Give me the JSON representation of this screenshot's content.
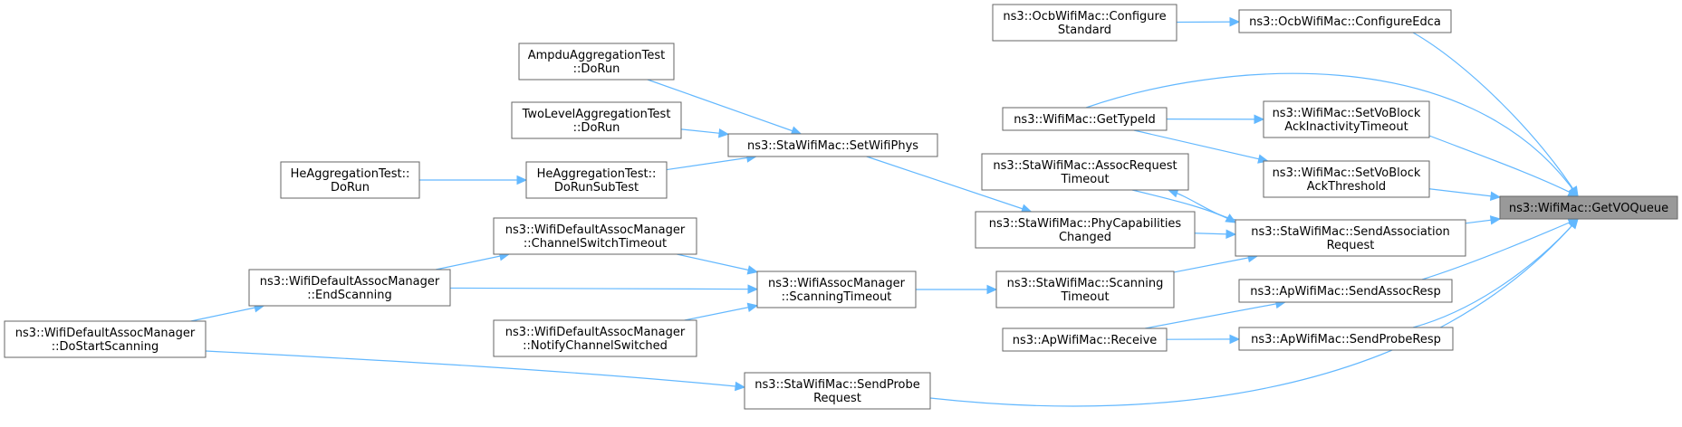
{
  "graph": {
    "root": "get_vo_queue",
    "nodes": [
      {
        "id": "get_vo_queue",
        "lines": [
          "ns3::WifiMac::GetVOQueue"
        ]
      },
      {
        "id": "ocb_configure_edca",
        "lines": [
          "ns3::OcbWifiMac::ConfigureEdca"
        ]
      },
      {
        "id": "ocb_configure_standard",
        "lines": [
          "ns3::OcbWifiMac::Configure",
          "Standard"
        ]
      },
      {
        "id": "wifimac_get_type_id",
        "lines": [
          "ns3::WifiMac::GetTypeId"
        ]
      },
      {
        "id": "set_vo_block_ack_inactivity",
        "lines": [
          "ns3::WifiMac::SetVoBlock",
          "AckInactivityTimeout"
        ]
      },
      {
        "id": "set_vo_block_ack_threshold",
        "lines": [
          "ns3::WifiMac::SetVoBlock",
          "AckThreshold"
        ]
      },
      {
        "id": "sta_send_association_request",
        "lines": [
          "ns3::StaWifiMac::SendAssociation",
          "Request"
        ]
      },
      {
        "id": "ap_send_assoc_resp",
        "lines": [
          "ns3::ApWifiMac::SendAssocResp"
        ]
      },
      {
        "id": "ap_send_probe_resp",
        "lines": [
          "ns3::ApWifiMac::SendProbeResp"
        ]
      },
      {
        "id": "sta_send_probe_request",
        "lines": [
          "ns3::StaWifiMac::SendProbe",
          "Request"
        ]
      },
      {
        "id": "sta_assoc_request_timeout",
        "lines": [
          "ns3::StaWifiMac::AssocRequest",
          "Timeout"
        ]
      },
      {
        "id": "sta_phy_capabilities_changed",
        "lines": [
          "ns3::StaWifiMac::PhyCapabilities",
          "Changed"
        ]
      },
      {
        "id": "sta_scanning_timeout",
        "lines": [
          "ns3::StaWifiMac::Scanning",
          "Timeout"
        ]
      },
      {
        "id": "ap_receive",
        "lines": [
          "ns3::ApWifiMac::Receive"
        ]
      },
      {
        "id": "sta_set_wifi_phys",
        "lines": [
          "ns3::StaWifiMac::SetWifiPhys"
        ]
      },
      {
        "id": "assoc_mgr_scanning_timeout",
        "lines": [
          "ns3::WifiAssocManager",
          "::ScanningTimeout"
        ]
      },
      {
        "id": "ampdu_aggregation_test",
        "lines": [
          "AmpduAggregationTest",
          "::DoRun"
        ]
      },
      {
        "id": "two_level_aggregation_test",
        "lines": [
          "TwoLevelAggregationTest",
          "::DoRun"
        ]
      },
      {
        "id": "he_aggregation_test_do_run_sub",
        "lines": [
          "HeAggregationTest::",
          "DoRunSubTest"
        ]
      },
      {
        "id": "he_aggregation_test_do_run",
        "lines": [
          "HeAggregationTest::",
          "DoRun"
        ]
      },
      {
        "id": "default_assoc_channel_switch_timeout",
        "lines": [
          "ns3::WifiDefaultAssocManager",
          "::ChannelSwitchTimeout"
        ]
      },
      {
        "id": "default_assoc_notify_channel_switched",
        "lines": [
          "ns3::WifiDefaultAssocManager",
          "::NotifyChannelSwitched"
        ]
      },
      {
        "id": "default_assoc_end_scanning",
        "lines": [
          "ns3::WifiDefaultAssocManager",
          "::EndScanning"
        ]
      },
      {
        "id": "default_assoc_do_start_scanning",
        "lines": [
          "ns3::WifiDefaultAssocManager",
          "::DoStartScanning"
        ]
      }
    ],
    "edges": [
      {
        "from": "ocb_configure_edca",
        "to": "get_vo_queue"
      },
      {
        "from": "wifimac_get_type_id",
        "to": "get_vo_queue"
      },
      {
        "from": "set_vo_block_ack_inactivity",
        "to": "get_vo_queue"
      },
      {
        "from": "set_vo_block_ack_threshold",
        "to": "get_vo_queue"
      },
      {
        "from": "sta_send_association_request",
        "to": "get_vo_queue"
      },
      {
        "from": "ap_send_assoc_resp",
        "to": "get_vo_queue"
      },
      {
        "from": "ap_send_probe_resp",
        "to": "get_vo_queue"
      },
      {
        "from": "sta_send_probe_request",
        "to": "get_vo_queue"
      },
      {
        "from": "ocb_configure_standard",
        "to": "ocb_configure_edca"
      },
      {
        "from": "wifimac_get_type_id",
        "to": "set_vo_block_ack_inactivity"
      },
      {
        "from": "wifimac_get_type_id",
        "to": "set_vo_block_ack_threshold"
      },
      {
        "from": "sta_send_association_request",
        "to": "sta_assoc_request_timeout"
      },
      {
        "from": "sta_assoc_request_timeout",
        "to": "sta_send_association_request"
      },
      {
        "from": "sta_phy_capabilities_changed",
        "to": "sta_send_association_request"
      },
      {
        "from": "sta_scanning_timeout",
        "to": "sta_send_association_request"
      },
      {
        "from": "ap_receive",
        "to": "ap_send_assoc_resp"
      },
      {
        "from": "ap_receive",
        "to": "ap_send_probe_resp"
      },
      {
        "from": "sta_set_wifi_phys",
        "to": "sta_phy_capabilities_changed"
      },
      {
        "from": "assoc_mgr_scanning_timeout",
        "to": "sta_scanning_timeout"
      },
      {
        "from": "ampdu_aggregation_test",
        "to": "sta_set_wifi_phys"
      },
      {
        "from": "two_level_aggregation_test",
        "to": "sta_set_wifi_phys"
      },
      {
        "from": "he_aggregation_test_do_run_sub",
        "to": "sta_set_wifi_phys"
      },
      {
        "from": "he_aggregation_test_do_run",
        "to": "he_aggregation_test_do_run_sub"
      },
      {
        "from": "default_assoc_channel_switch_timeout",
        "to": "assoc_mgr_scanning_timeout"
      },
      {
        "from": "default_assoc_end_scanning",
        "to": "assoc_mgr_scanning_timeout"
      },
      {
        "from": "default_assoc_notify_channel_switched",
        "to": "assoc_mgr_scanning_timeout"
      },
      {
        "from": "default_assoc_end_scanning",
        "to": "default_assoc_channel_switch_timeout"
      },
      {
        "from": "default_assoc_do_start_scanning",
        "to": "default_assoc_end_scanning"
      },
      {
        "from": "default_assoc_do_start_scanning",
        "to": "sta_send_probe_request"
      }
    ]
  }
}
